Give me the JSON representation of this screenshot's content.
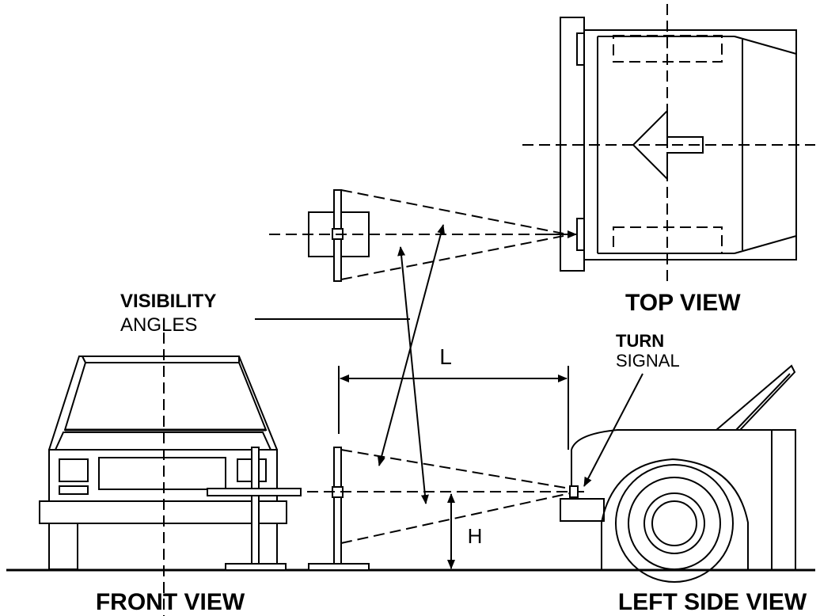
{
  "labels": {
    "visibility_bold": "VISIBILITY",
    "visibility_rest": "ANGLES",
    "top_view": "TOP VIEW",
    "turn_bold": "TURN",
    "turn_rest": "SIGNAL",
    "front_view": "FRONT VIEW",
    "left_side_view": "LEFT SIDE VIEW",
    "dim_L": "L",
    "dim_H": "H"
  }
}
